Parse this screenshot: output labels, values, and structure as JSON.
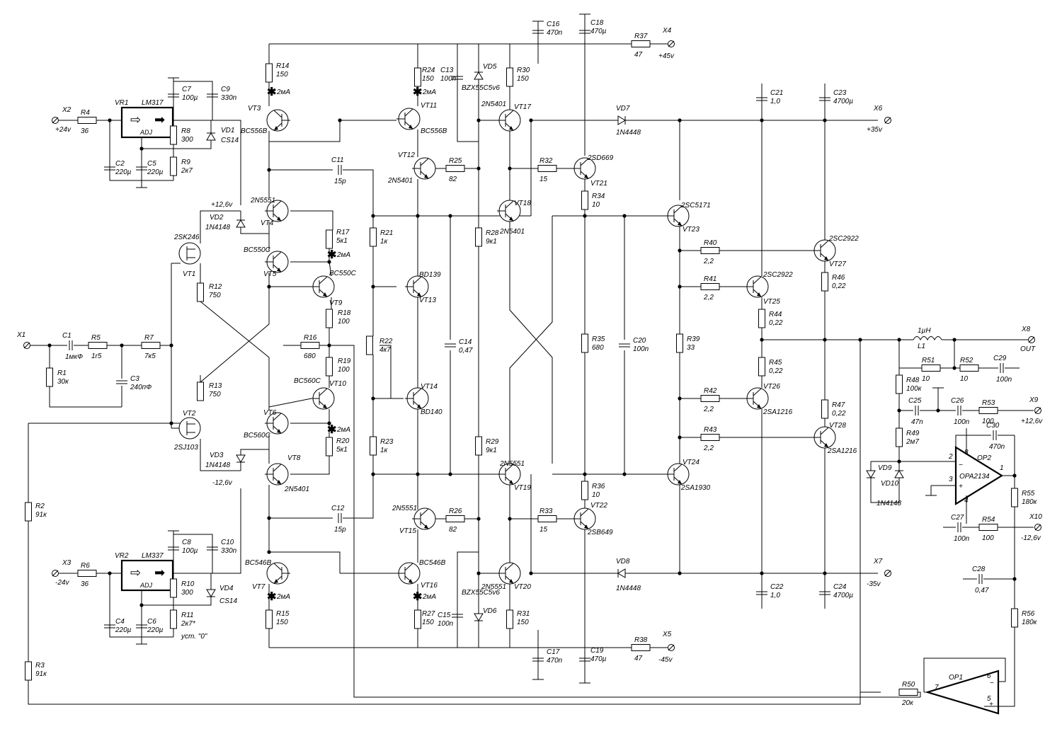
{
  "resistors": [
    {
      "ref": "R1",
      "val": "30к"
    },
    {
      "ref": "R2",
      "val": "91к"
    },
    {
      "ref": "R3",
      "val": "91к"
    },
    {
      "ref": "R4",
      "val": "36"
    },
    {
      "ref": "R5",
      "val": "1r5"
    },
    {
      "ref": "R6",
      "val": "36"
    },
    {
      "ref": "R7",
      "val": "7к5"
    },
    {
      "ref": "R8",
      "val": "300"
    },
    {
      "ref": "R9",
      "val": "2к7"
    },
    {
      "ref": "R10",
      "val": "300"
    },
    {
      "ref": "R11",
      "val": "2к7*"
    },
    {
      "ref": "R12",
      "val": "750"
    },
    {
      "ref": "R13",
      "val": "750"
    },
    {
      "ref": "R14",
      "val": "150"
    },
    {
      "ref": "R15",
      "val": "150"
    },
    {
      "ref": "R16",
      "val": "680"
    },
    {
      "ref": "R17",
      "val": "5к1"
    },
    {
      "ref": "R18",
      "val": "100"
    },
    {
      "ref": "R19",
      "val": "100"
    },
    {
      "ref": "R20",
      "val": "5к1"
    },
    {
      "ref": "R21",
      "val": "1к"
    },
    {
      "ref": "R22",
      "val": "4к7"
    },
    {
      "ref": "R23",
      "val": "1к"
    },
    {
      "ref": "R24",
      "val": "150"
    },
    {
      "ref": "R25",
      "val": "82"
    },
    {
      "ref": "R26",
      "val": "82"
    },
    {
      "ref": "R27",
      "val": "150"
    },
    {
      "ref": "R28",
      "val": "9к1"
    },
    {
      "ref": "R29",
      "val": "9к1"
    },
    {
      "ref": "R30",
      "val": "150"
    },
    {
      "ref": "R31",
      "val": "150"
    },
    {
      "ref": "R32",
      "val": "15"
    },
    {
      "ref": "R33",
      "val": "15"
    },
    {
      "ref": "R34",
      "val": "10"
    },
    {
      "ref": "R35",
      "val": "680"
    },
    {
      "ref": "R36",
      "val": "10"
    },
    {
      "ref": "R37",
      "val": "47"
    },
    {
      "ref": "R38",
      "val": "47"
    },
    {
      "ref": "R39",
      "val": "33"
    },
    {
      "ref": "R40",
      "val": "2,2"
    },
    {
      "ref": "R41",
      "val": "2,2"
    },
    {
      "ref": "R42",
      "val": "2,2"
    },
    {
      "ref": "R43",
      "val": "2,2"
    },
    {
      "ref": "R44",
      "val": "0,22"
    },
    {
      "ref": "R45",
      "val": "0,22"
    },
    {
      "ref": "R46",
      "val": "0,22"
    },
    {
      "ref": "R47",
      "val": "0,22"
    },
    {
      "ref": "R48",
      "val": "100к"
    },
    {
      "ref": "R49",
      "val": "2м7"
    },
    {
      "ref": "R50",
      "val": "20к"
    },
    {
      "ref": "R51",
      "val": "10"
    },
    {
      "ref": "R52",
      "val": "10"
    },
    {
      "ref": "R53",
      "val": "100"
    },
    {
      "ref": "R54",
      "val": "100"
    },
    {
      "ref": "R55",
      "val": "180к"
    },
    {
      "ref": "R56",
      "val": "180к"
    }
  ],
  "capacitors": [
    {
      "ref": "C1",
      "val": "1мкФ"
    },
    {
      "ref": "C2",
      "val": "220µ"
    },
    {
      "ref": "C3",
      "val": "240пФ"
    },
    {
      "ref": "C4",
      "val": "220µ"
    },
    {
      "ref": "C5",
      "val": "220µ"
    },
    {
      "ref": "C6",
      "val": "220µ"
    },
    {
      "ref": "C7",
      "val": "100µ"
    },
    {
      "ref": "C8",
      "val": "100µ"
    },
    {
      "ref": "C9",
      "val": "330n"
    },
    {
      "ref": "C10",
      "val": "330n"
    },
    {
      "ref": "C11",
      "val": "15p"
    },
    {
      "ref": "C12",
      "val": "15p"
    },
    {
      "ref": "C13",
      "val": "100n"
    },
    {
      "ref": "C14",
      "val": "0,47"
    },
    {
      "ref": "C15",
      "val": "100n"
    },
    {
      "ref": "C16",
      "val": "470n"
    },
    {
      "ref": "C17",
      "val": "470n"
    },
    {
      "ref": "C18",
      "val": "470µ"
    },
    {
      "ref": "C19",
      "val": "470µ"
    },
    {
      "ref": "C20",
      "val": "100n"
    },
    {
      "ref": "C21",
      "val": "1,0"
    },
    {
      "ref": "C22",
      "val": "1,0"
    },
    {
      "ref": "C23",
      "val": "4700µ"
    },
    {
      "ref": "C24",
      "val": "4700µ"
    },
    {
      "ref": "C25",
      "val": "47n"
    },
    {
      "ref": "C26",
      "val": "100n"
    },
    {
      "ref": "C27",
      "val": "100n"
    },
    {
      "ref": "C28",
      "val": "0,47"
    },
    {
      "ref": "C29",
      "val": "100n"
    },
    {
      "ref": "C30",
      "val": "470n"
    }
  ],
  "transistors": [
    {
      "ref": "VT1",
      "type": "2SK246"
    },
    {
      "ref": "VT2",
      "type": "2SJ103"
    },
    {
      "ref": "VT3",
      "type": "BC556B"
    },
    {
      "ref": "VT4",
      "type": "2N5551"
    },
    {
      "ref": "VT5",
      "type": "BC550C"
    },
    {
      "ref": "VT6",
      "type": "BC560C"
    },
    {
      "ref": "VT7",
      "type": "BC546B"
    },
    {
      "ref": "VT8",
      "type": "2N5401"
    },
    {
      "ref": "VT9",
      "type": "BC550C"
    },
    {
      "ref": "VT10",
      "type": "BC560C"
    },
    {
      "ref": "VT11",
      "type": "BC556B"
    },
    {
      "ref": "VT12",
      "type": "2N5401"
    },
    {
      "ref": "VT13",
      "type": "BD139"
    },
    {
      "ref": "VT14",
      "type": "BD140"
    },
    {
      "ref": "VT15",
      "type": "2N5551"
    },
    {
      "ref": "VT16",
      "type": "BC546B"
    },
    {
      "ref": "VT17",
      "type": "2N5401"
    },
    {
      "ref": "VT18",
      "type": "2N5401"
    },
    {
      "ref": "VT19",
      "type": "2N5551"
    },
    {
      "ref": "VT20",
      "type": "2N5551"
    },
    {
      "ref": "VT21",
      "type": "2SD669"
    },
    {
      "ref": "VT22",
      "type": "2SB649"
    },
    {
      "ref": "VT23",
      "type": "2SC5171"
    },
    {
      "ref": "VT24",
      "type": "2SA1930"
    },
    {
      "ref": "VT25",
      "type": "2SC2922"
    },
    {
      "ref": "VT26",
      "type": "2SA1216"
    },
    {
      "ref": "VT27",
      "type": "2SC2922"
    },
    {
      "ref": "VT28",
      "type": "2SA1216"
    }
  ],
  "diodes": [
    {
      "ref": "VD1",
      "type": "CS14"
    },
    {
      "ref": "VD2",
      "type": "1N4148"
    },
    {
      "ref": "VD3",
      "type": "1N4148"
    },
    {
      "ref": "VD4",
      "type": "CS14"
    },
    {
      "ref": "VD5",
      "type": "BZX55C5v6"
    },
    {
      "ref": "VD6",
      "type": "BZX55C5v6"
    },
    {
      "ref": "VD7",
      "type": "1N4448"
    },
    {
      "ref": "VD8",
      "type": "1N4448"
    },
    {
      "ref": "VD9",
      "type": ""
    },
    {
      "ref": "VD10",
      "type": "1N4148"
    }
  ],
  "regulators": [
    {
      "ref": "VR1",
      "type": "LM317",
      "pin": "ADJ"
    },
    {
      "ref": "VR2",
      "type": "LM337",
      "pin": "ADJ"
    }
  ],
  "opamps": [
    {
      "ref": "OP1",
      "pins": [
        "7",
        "6",
        "5"
      ]
    },
    {
      "ref": "OP2",
      "type": "OPA2134",
      "pins": [
        "2",
        "3",
        "8",
        "4",
        "1"
      ]
    }
  ],
  "inductor": {
    "ref": "L1",
    "val": "1µH"
  },
  "terminals": [
    {
      "ref": "X1",
      "label": ""
    },
    {
      "ref": "X2",
      "label": "+24v"
    },
    {
      "ref": "X3",
      "label": "-24v"
    },
    {
      "ref": "X4",
      "label": "+45v"
    },
    {
      "ref": "X5",
      "label": "-45v"
    },
    {
      "ref": "X6",
      "label": "+35v"
    },
    {
      "ref": "X7",
      "label": "-35v"
    },
    {
      "ref": "X8",
      "label": "OUT"
    },
    {
      "ref": "X9",
      "label": "+12,6v"
    },
    {
      "ref": "X10",
      "label": "-12,6v"
    }
  ],
  "notes": {
    "current_2ma": "2мА",
    "rail_pos": "+12,6v",
    "rail_neg": "-12,6v",
    "set_zero": "уст. \"0\""
  }
}
